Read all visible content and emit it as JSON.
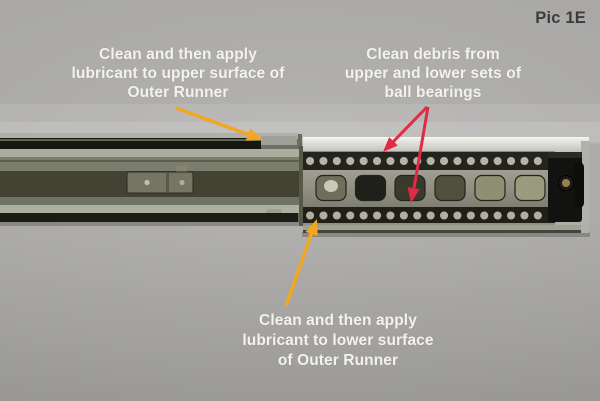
{
  "figure": {
    "label": "Pic 1E"
  },
  "annotations": {
    "upper_runner": {
      "lines": [
        "Clean and then apply",
        "lubricant to upper surface of",
        "Outer Runner"
      ]
    },
    "ball_bearings": {
      "lines": [
        "Clean debris from",
        "upper and lower sets of",
        "ball bearings"
      ]
    },
    "lower_runner": {
      "lines": [
        "Clean and then apply",
        "lubricant to lower surface",
        "of Outer Runner"
      ]
    }
  },
  "colors": {
    "arrow_orange": "#F1A722",
    "arrow_red": "#E12A46",
    "text_white": "#F3F2F0",
    "label_dark": "#3C3C3C",
    "background_gray": "#A9A8A6"
  }
}
